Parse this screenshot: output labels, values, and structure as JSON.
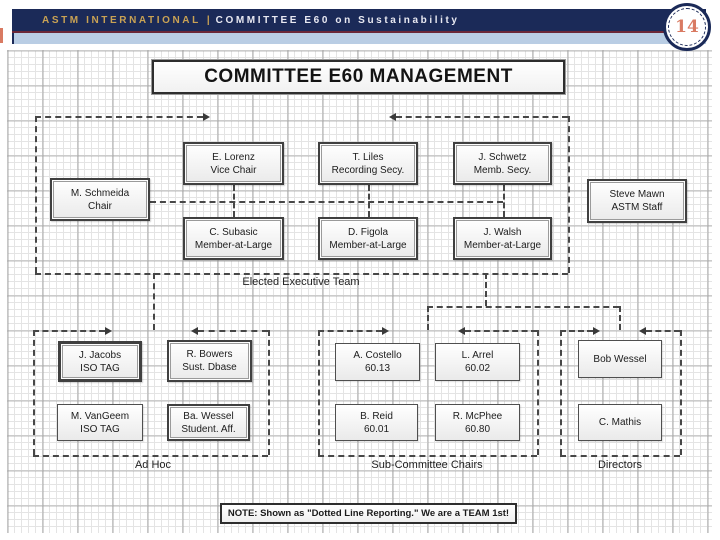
{
  "header": {
    "brand": "ASTM INTERNATIONAL",
    "separator": "|",
    "subtitle": "COMMITTEE E60 on Sustainability",
    "page_number": "14",
    "colors": {
      "bar": "#1b2a58",
      "brand_text": "#c9a254",
      "subtitle_text": "#e9e9f2",
      "accent_line": "#6b2737",
      "strip": "#b9cde4",
      "badge_number": "#d97a62"
    }
  },
  "chart": {
    "title": "COMMITTEE E60 MANAGEMENT",
    "note": "NOTE: Shown as \"Dotted Line Reporting.\"  We are a TEAM 1st!",
    "groups": {
      "executive": "Elected Executive Team",
      "adhoc": "Ad Hoc",
      "subcommittee": "Sub-Committee Chairs",
      "directors": "Directors"
    },
    "nodes": [
      {
        "name": "M. Schmeida",
        "role": "Chair"
      },
      {
        "name": "E. Lorenz",
        "role": "Vice Chair"
      },
      {
        "name": "T. Liles",
        "role": "Recording Secy."
      },
      {
        "name": "J. Schwetz",
        "role": "Memb. Secy."
      },
      {
        "name": "Steve Mawn",
        "role": "ASTM Staff"
      },
      {
        "name": "C. Subasic",
        "role": "Member-at-Large"
      },
      {
        "name": "D. Figola",
        "role": "Member-at-Large"
      },
      {
        "name": "J. Walsh",
        "role": "Member-at-Large"
      },
      {
        "name": "J. Jacobs",
        "role": "ISO TAG"
      },
      {
        "name": "R. Bowers",
        "role": "Sust. Dbase"
      },
      {
        "name": "M. VanGeem",
        "role": "ISO TAG"
      },
      {
        "name": "Ba. Wessel",
        "role": "Student. Aff."
      },
      {
        "name": "A. Costello",
        "role": "60.13"
      },
      {
        "name": "L. Arrel",
        "role": "60.02"
      },
      {
        "name": "B. Reid",
        "role": "60.01"
      },
      {
        "name": "R. McPhee",
        "role": "60.80"
      },
      {
        "name": "Bob Wessel",
        "role": ""
      },
      {
        "name": "C. Mathis",
        "role": ""
      }
    ]
  }
}
